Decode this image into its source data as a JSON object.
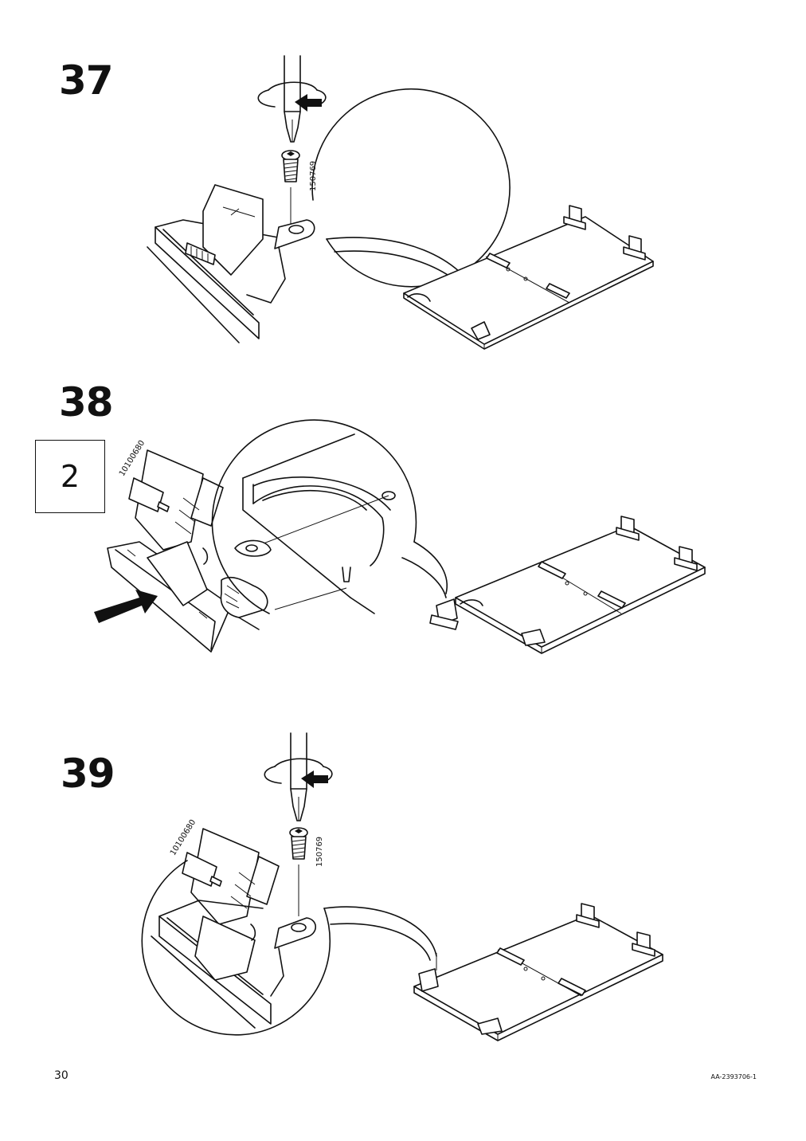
{
  "steps": [
    {
      "number": "37",
      "part_number": "150769"
    },
    {
      "number": "38",
      "quantity": "2",
      "part_number": "10100680"
    },
    {
      "number": "39",
      "part_numbers": [
        "10100680",
        "150769"
      ]
    }
  ],
  "footer": {
    "page_number": "30",
    "document_code": "AA-2393706-1"
  },
  "icons": [
    "screwdriver-icon",
    "rotate-arrow-icon",
    "screw-icon",
    "push-arrow-icon",
    "hand-icon",
    "hinge-icon",
    "panel-icon"
  ]
}
